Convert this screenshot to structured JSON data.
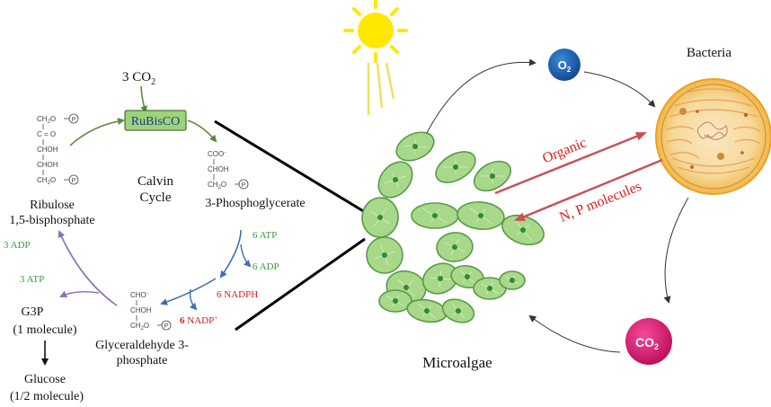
{
  "calvin": {
    "co2_input": "3 CO",
    "co2_sub": "2",
    "enzyme": "RuBisCO",
    "cycle_line1": "Calvin",
    "cycle_line2": "Cycle",
    "pga_label": "3-Phosphoglycerate",
    "rubp_line1": "Ribulose",
    "rubp_line2": "1,5-bisphosphate",
    "g3p_line1": "G3P",
    "g3p_line2": "(1 molecule)",
    "gald_line1": "Glyceraldehyde 3-",
    "gald_line2": "phosphate",
    "glucose_line1": "Glucose",
    "glucose_line2": "(1/2 molecule)",
    "atp_in": "6 ATP",
    "adp_out": "6 ADP",
    "nadph_in": "6 NADPH",
    "nadp_num": "6",
    "nadp_out": " NADP",
    "nadp_sup": "+",
    "adp3": "3 ADP",
    "atp3": "3 ATP"
  },
  "structures": {
    "rubp": {
      "ch2o": "CH",
      "o_label": "O",
      "p": "P",
      "ceo": "C = O",
      "choh": "CHOH",
      "ch2op": "CH",
      "o_sub": "2",
      "dash": "—"
    },
    "pga": {
      "coo": "COO",
      "coo_sup": "-",
      "choh": "CHOH",
      "ch2o": "CH",
      "o": "O",
      "p": "P",
      "sub": "2"
    },
    "gald": {
      "cho": "CHO",
      "cho_sup": "-",
      "choh": "CHOH",
      "ch2o": "CH",
      "o": "O",
      "p": "P",
      "sub": "2"
    }
  },
  "right": {
    "bacteria": "Bacteria",
    "microalgae": "Microalgae",
    "o2": "O",
    "o2_sub": "2",
    "co2": "CO",
    "co2_sub": "2",
    "organic": "Organic",
    "np": "N, P molecules"
  },
  "colors": {
    "green_arrow": "#5a8a3c",
    "blue_arrow": "#3d6fb0",
    "purple_arrow": "#8a6fb8",
    "red_text": "#d42020",
    "green_text": "#3a9a3a",
    "rubisco_fill": "#9ed37a",
    "rubisco_text": "#1a3d8a",
    "red_arrow": "#c8505a",
    "o2_fill": "#1e64b4",
    "co2_fill": "#e0257a",
    "sun": "#ffe800",
    "algae_fill": "#a8d88a",
    "algae_stroke": "#5a9a48",
    "bacteria_outer": "#f0c060"
  }
}
